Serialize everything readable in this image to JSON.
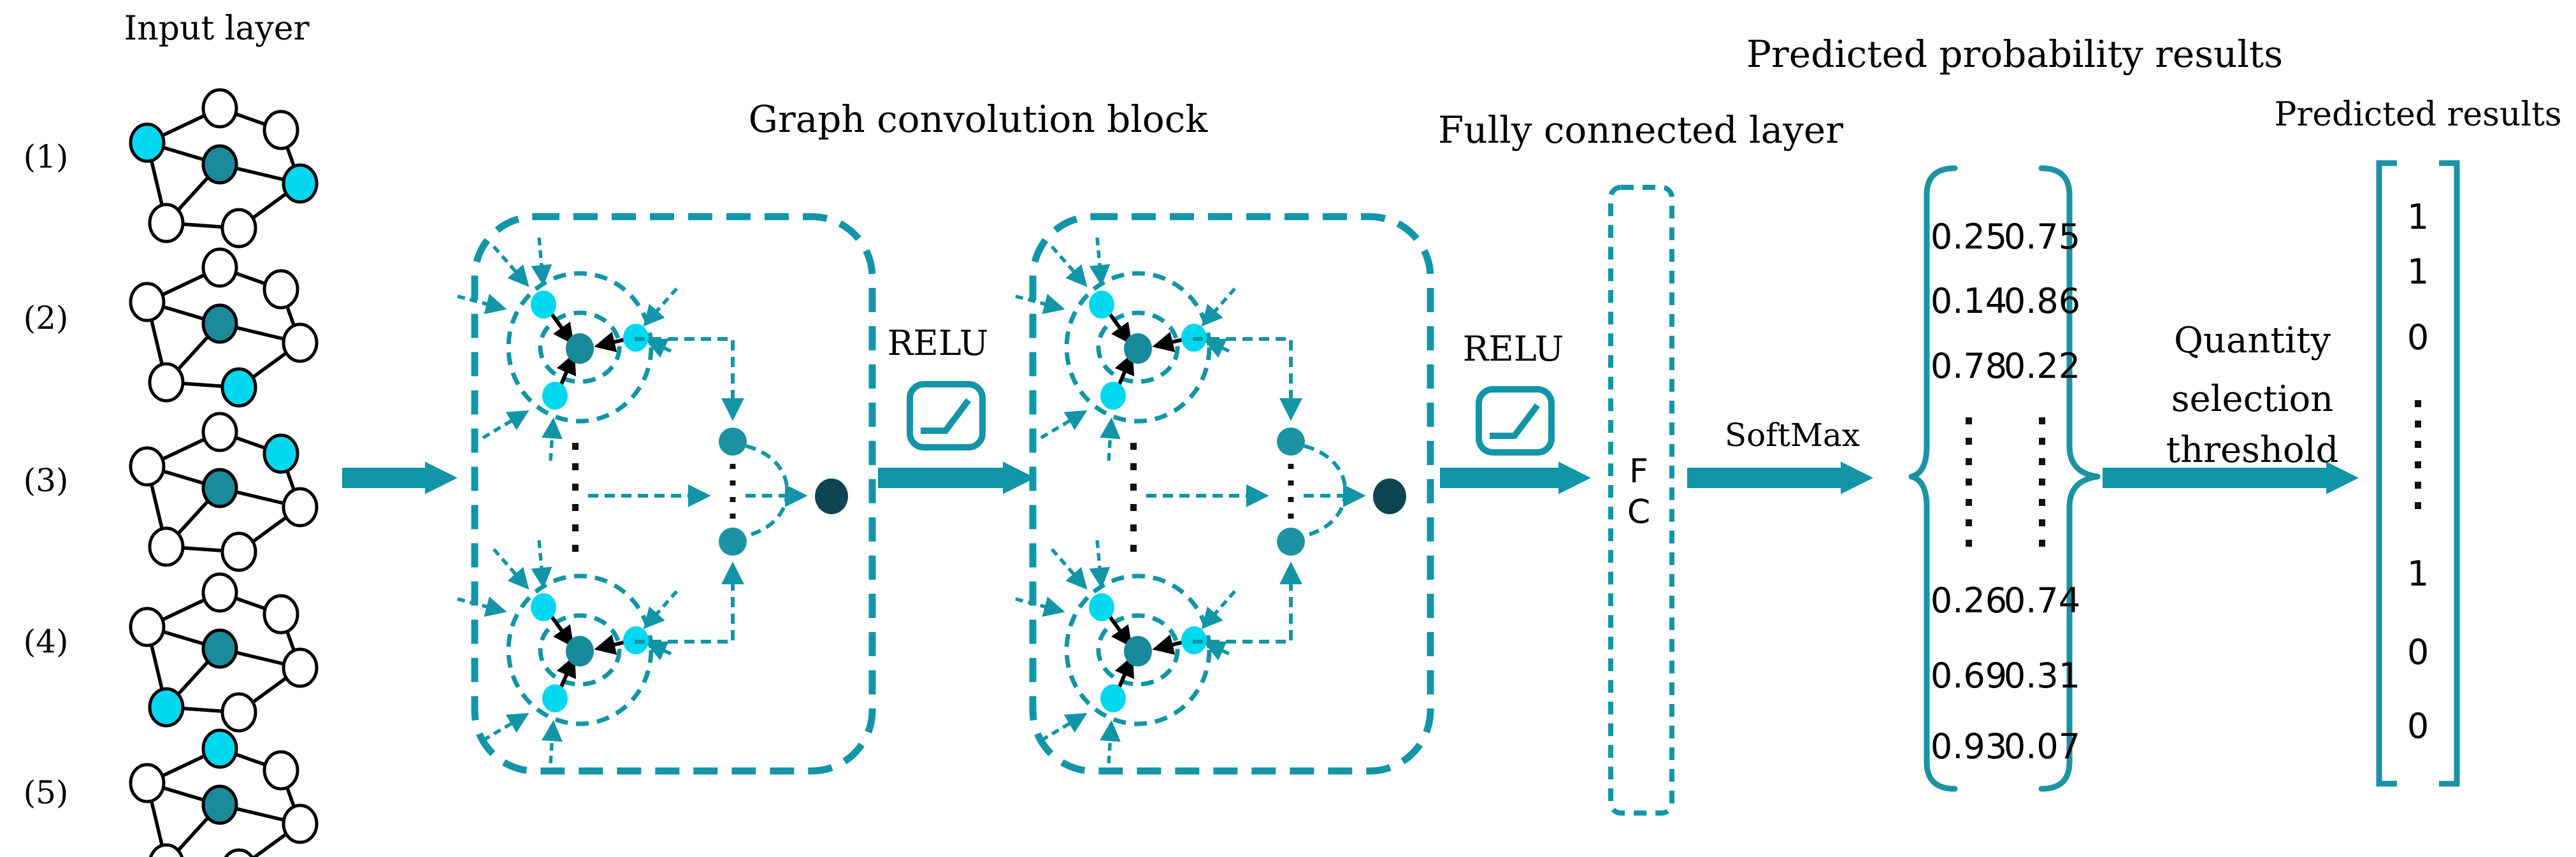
{
  "colors": {
    "accent_teal": "#1195a7",
    "node_cyan": "#00d8ef",
    "node_teal": "#1b8a9b",
    "aggregate_teal": "#1b93a3",
    "dark_output_node": "#0e4450",
    "text_black": "#000000",
    "background": "#ffffff",
    "white_node": "#ffffff"
  },
  "titles": {
    "input_layer": "Input layer",
    "graph_conv_block": "Graph convolution block",
    "fully_connected": "Fully connected layer",
    "predicted_probability": "Predicted probability results",
    "predicted_results": "Predicted results"
  },
  "flow": {
    "relu1": "RELU",
    "relu2": "RELU",
    "softmax": "SoftMax",
    "fc": {
      "line1": "F",
      "line2": "C"
    },
    "threshold": {
      "line1": "Quantity",
      "line2": "selection",
      "line3": "threshold"
    }
  },
  "input_graphs": [
    {
      "label": "(1)",
      "fills": {
        "t": "#ffffff",
        "tr": "#ffffff",
        "l": "#00d8ef",
        "c": "#1b8a9b",
        "r": "#00d8ef",
        "bl": "#ffffff",
        "bc": "#ffffff"
      }
    },
    {
      "label": "(2)",
      "fills": {
        "t": "#ffffff",
        "tr": "#ffffff",
        "l": "#ffffff",
        "c": "#1b8a9b",
        "r": "#ffffff",
        "bl": "#ffffff",
        "bc": "#00d8ef"
      }
    },
    {
      "label": "(3)",
      "fills": {
        "t": "#ffffff",
        "tr": "#00d8ef",
        "l": "#ffffff",
        "c": "#1b8a9b",
        "r": "#ffffff",
        "bl": "#ffffff",
        "bc": "#ffffff"
      }
    },
    {
      "label": "(4)",
      "fills": {
        "t": "#ffffff",
        "tr": "#ffffff",
        "l": "#ffffff",
        "c": "#1b8a9b",
        "r": "#ffffff",
        "bl": "#00d8ef",
        "bc": "#ffffff"
      }
    },
    {
      "label": "(5)",
      "fills": {
        "t": "#00d8ef",
        "tr": "#ffffff",
        "l": "#ffffff",
        "c": "#1b8a9b",
        "r": "#ffffff",
        "bl": "#ffffff",
        "bc": "#ffffff"
      }
    }
  ],
  "probability_matrix": {
    "rows": [
      [
        "0.25",
        "0.75"
      ],
      [
        "0.14",
        "0.86"
      ],
      [
        "0.78",
        "0.22"
      ],
      [
        "0.26",
        "0.74"
      ],
      [
        "0.69",
        "0.31"
      ],
      [
        "0.93",
        "0.07"
      ]
    ]
  },
  "predicted_results": {
    "values": [
      "1",
      "1",
      "0",
      "1",
      "0",
      "0"
    ]
  }
}
